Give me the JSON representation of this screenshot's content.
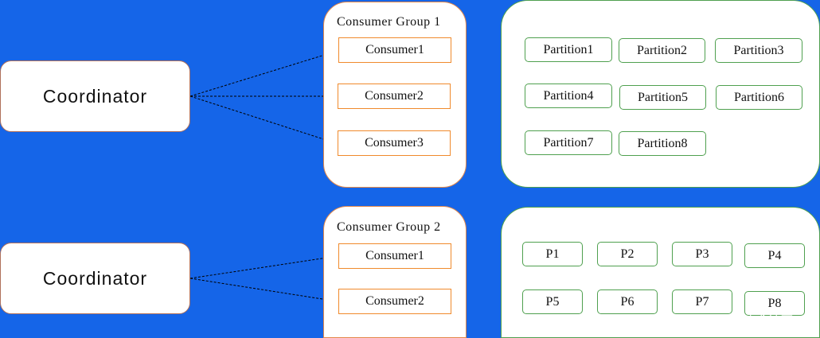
{
  "colors": {
    "background": "#1565e8",
    "consumer_border": "#f08a2c",
    "partition_border": "#4fa04f",
    "group_border": "#e4884a"
  },
  "top": {
    "coordinator": "Coordinator",
    "group_title": "Consumer Group 1",
    "consumers": [
      "Consumer1",
      "Consumer2",
      "Consumer3"
    ],
    "partitions": [
      "Partition1",
      "Partition2",
      "Partition3",
      "Partition4",
      "Partition5",
      "Partition6",
      "Partition7",
      "Partition8"
    ]
  },
  "bottom": {
    "coordinator": "Coordinator",
    "group_title": "Consumer Group 2",
    "consumers": [
      "Consumer1",
      "Consumer2"
    ],
    "partitions": [
      "P1",
      "P2",
      "P3",
      "P4",
      "P5",
      "P6",
      "P7",
      "P8"
    ]
  },
  "watermark": "@稀土掘金技术社区"
}
